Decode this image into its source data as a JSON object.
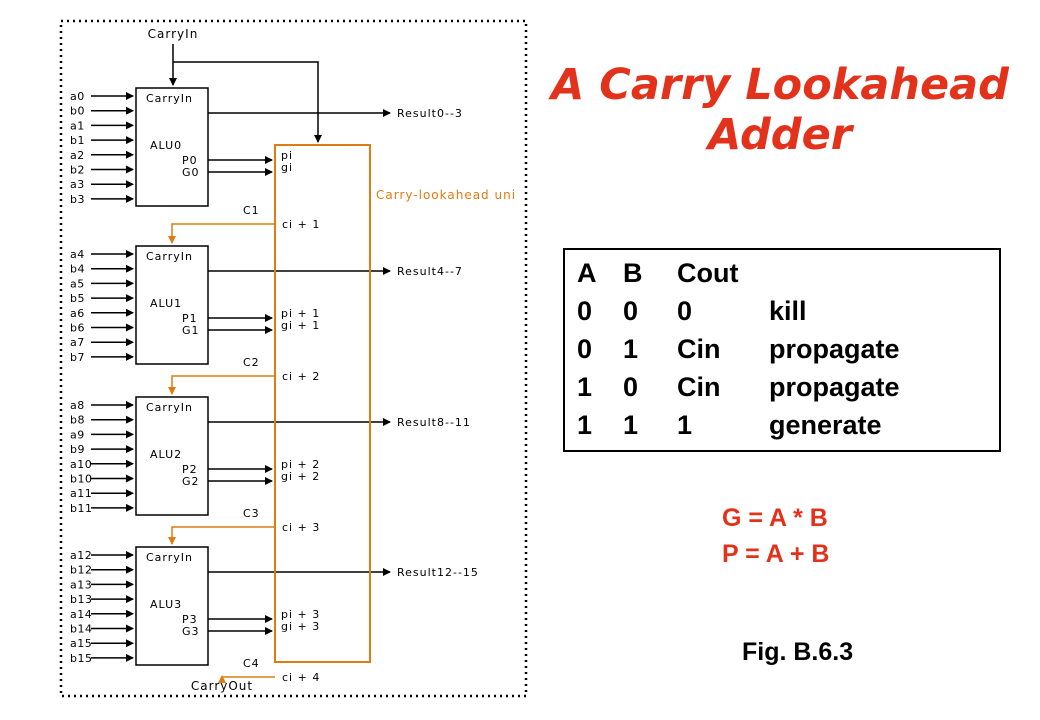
{
  "title": "A Carry Lookahead Adder",
  "figure": {
    "carry_in_label": "CarryIn",
    "carry_out_label": "CarryOut",
    "unit_label": "Carry-lookahead uni",
    "alus": [
      {
        "name": "ALU0",
        "carry_in": "CarryIn",
        "p": "P0",
        "g": "G0",
        "inputs": [
          "a0",
          "b0",
          "a1",
          "b1",
          "a2",
          "b2",
          "a3",
          "b3"
        ],
        "result": "Result0--3",
        "unit_p": "pi",
        "unit_g": "gi",
        "carry": "C1",
        "carry_port": "ci + 1"
      },
      {
        "name": "ALU1",
        "carry_in": "CarryIn",
        "p": "P1",
        "g": "G1",
        "inputs": [
          "a4",
          "b4",
          "a5",
          "b5",
          "a6",
          "b6",
          "a7",
          "b7"
        ],
        "result": "Result4--7",
        "unit_p": "pi + 1",
        "unit_g": "gi + 1",
        "carry": "C2",
        "carry_port": "ci + 2"
      },
      {
        "name": "ALU2",
        "carry_in": "CarryIn",
        "p": "P2",
        "g": "G2",
        "inputs": [
          "a8",
          "b8",
          "a9",
          "b9",
          "a10",
          "b10",
          "a11",
          "b11"
        ],
        "result": "Result8--11",
        "unit_p": "pi + 2",
        "unit_g": "gi + 2",
        "carry": "C3",
        "carry_port": "ci + 3"
      },
      {
        "name": "ALU3",
        "carry_in": "CarryIn",
        "p": "P3",
        "g": "G3",
        "inputs": [
          "a12",
          "b12",
          "a13",
          "b13",
          "a14",
          "b14",
          "a15",
          "b15"
        ],
        "result": "Result12--15",
        "unit_p": "pi + 3",
        "unit_g": "gi + 3",
        "carry": "C4",
        "carry_port": "ci + 4"
      }
    ],
    "colors": {
      "line": "#000000",
      "carry": "#de7b12",
      "title": "#e3321b"
    }
  },
  "truth_table": {
    "header": [
      "A",
      "B",
      "Cout",
      ""
    ],
    "rows": [
      [
        "0",
        "0",
        "0",
        "kill"
      ],
      [
        "0",
        "1",
        "Cin",
        "propagate"
      ],
      [
        "1",
        "0",
        "Cin",
        "propagate"
      ],
      [
        "1",
        "1",
        "1",
        "generate"
      ]
    ]
  },
  "equations": [
    "G = A * B",
    "P = A + B"
  ],
  "caption": "Fig. B.6.3"
}
